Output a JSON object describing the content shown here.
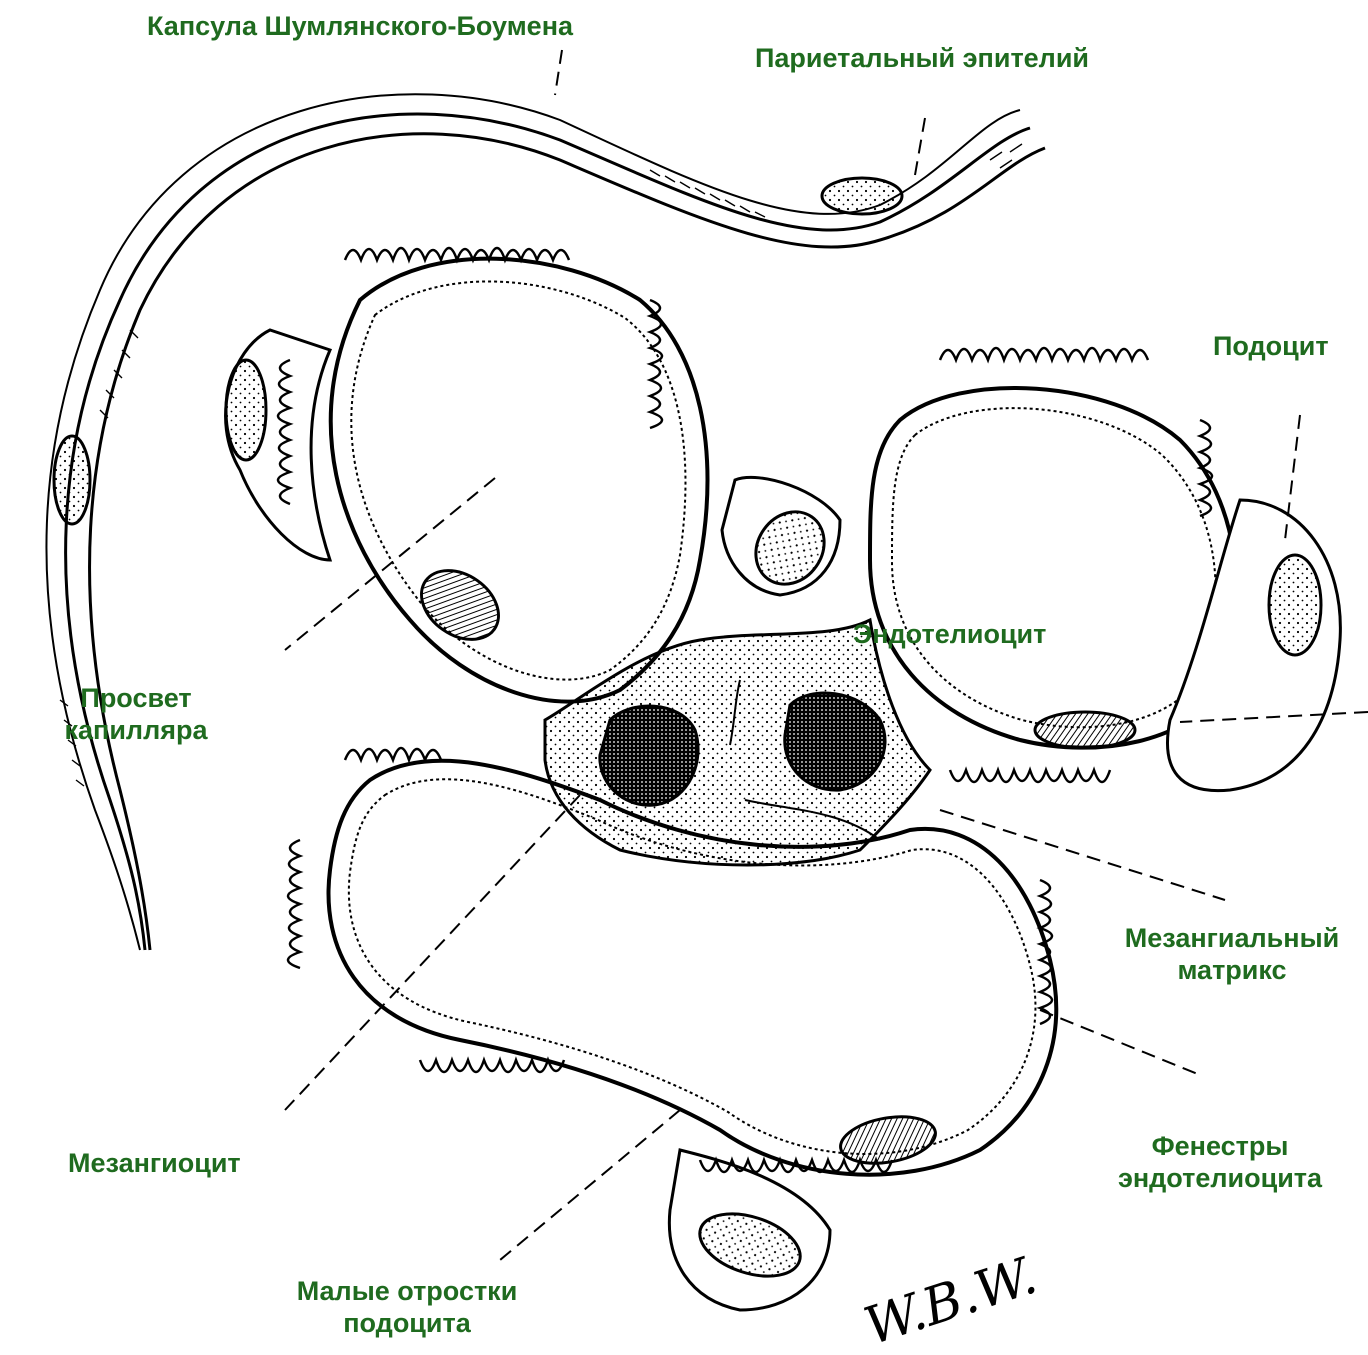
{
  "labels": {
    "capsule": "Капсула Шумлянского-Боумена",
    "parietal": "Париетальный эпителий",
    "podocyte": "Подоцит",
    "lumen_1": "Просвет",
    "lumen_2": "капилляра",
    "endothelio": "Эндотелиоцит",
    "matrix_1": "Мезангиальный",
    "matrix_2": "матрикс",
    "mesangiocyte": "Мезангиоцит",
    "fenestra_1": "Фенестры",
    "fenestra_2": "эндотелиоцита",
    "processes_1": "Малые отростки",
    "processes_2": "подоцита"
  },
  "signature": "W.B.W.",
  "colors": {
    "label": "#1f6b1f",
    "ink": "#000000",
    "paper": "#ffffff"
  }
}
